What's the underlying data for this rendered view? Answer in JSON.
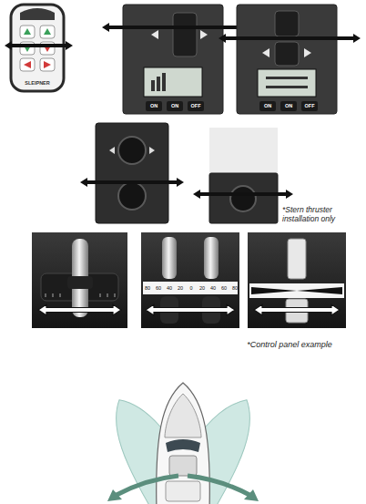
{
  "diagram": {
    "labels": [
      "SLEIPNER",
      "ON",
      "ON",
      "OFF",
      "ON",
      "ON",
      "OFF",
      "*Stern thruster installation only",
      "*Control panel example",
      "80",
      "60",
      "40",
      "20",
      "0",
      "20",
      "40",
      "60",
      "80"
    ]
  }
}
